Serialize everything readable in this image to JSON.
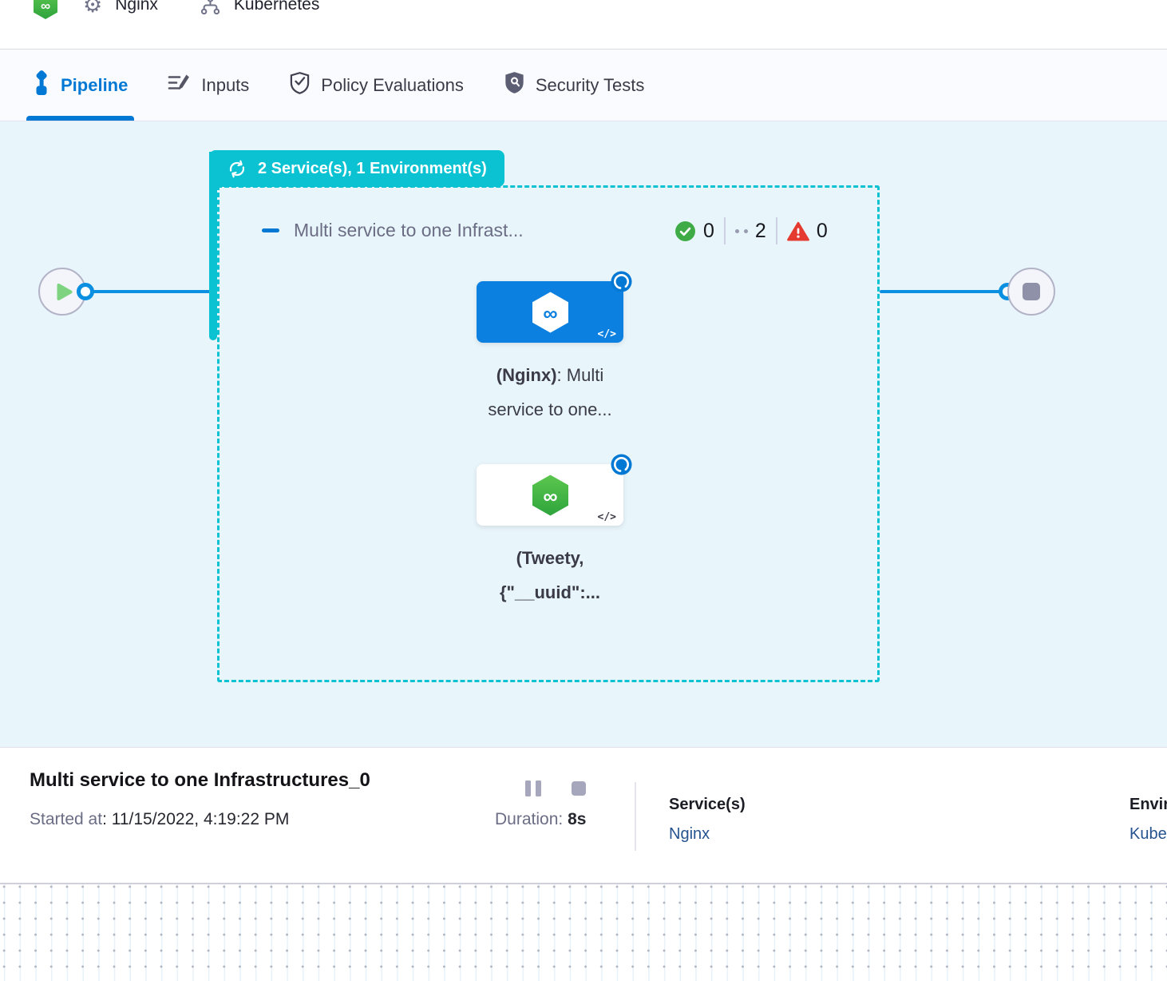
{
  "colors": {
    "accent_blue": "#0278d5",
    "connector_blue": "#0b8fe0",
    "teal": "#0ac2d2",
    "canvas_bg": "#e8f5fa",
    "card_blue": "#0b80e0",
    "success_green": "#3eab47",
    "error_red": "#e53a30",
    "logo_green": "#45b649",
    "link_navy": "#25538f"
  },
  "header": {
    "pipeline_label": "Nginx",
    "env_label": "Kubernetes"
  },
  "tabs": [
    {
      "label": "Pipeline",
      "icon": "pipeline-icon",
      "active": true
    },
    {
      "label": "Inputs",
      "icon": "inputs-icon",
      "active": false
    },
    {
      "label": "Policy Evaluations",
      "icon": "shield-check-icon",
      "active": false
    },
    {
      "label": "Security Tests",
      "icon": "shield-scan-icon",
      "active": false
    }
  ],
  "canvas": {
    "group_badge_label": "2 Service(s), 1 Environment(s)",
    "stage_title": "Multi service to one Infrast...",
    "counts": {
      "success": "0",
      "running": "2",
      "failed": "0"
    },
    "node1": {
      "bold": "(Nginx)",
      "rest": ": Multi",
      "line2": "service to one...",
      "code_icon": "</>"
    },
    "node2": {
      "bold": "(Tweety,",
      "line2": "{\"__uuid\":...",
      "code_icon": "</>"
    }
  },
  "footer": {
    "title": "Multi service to one Infrastructures_0",
    "started_label": "Started at",
    "started_value": ": 11/15/2022, 4:19:22 PM",
    "duration_label": "Duration:",
    "duration_value": "8s",
    "services_label": "Service(s)",
    "services_value": "Nginx",
    "environments_label": "Environment(s)",
    "environments_value": "Kubernetes"
  }
}
